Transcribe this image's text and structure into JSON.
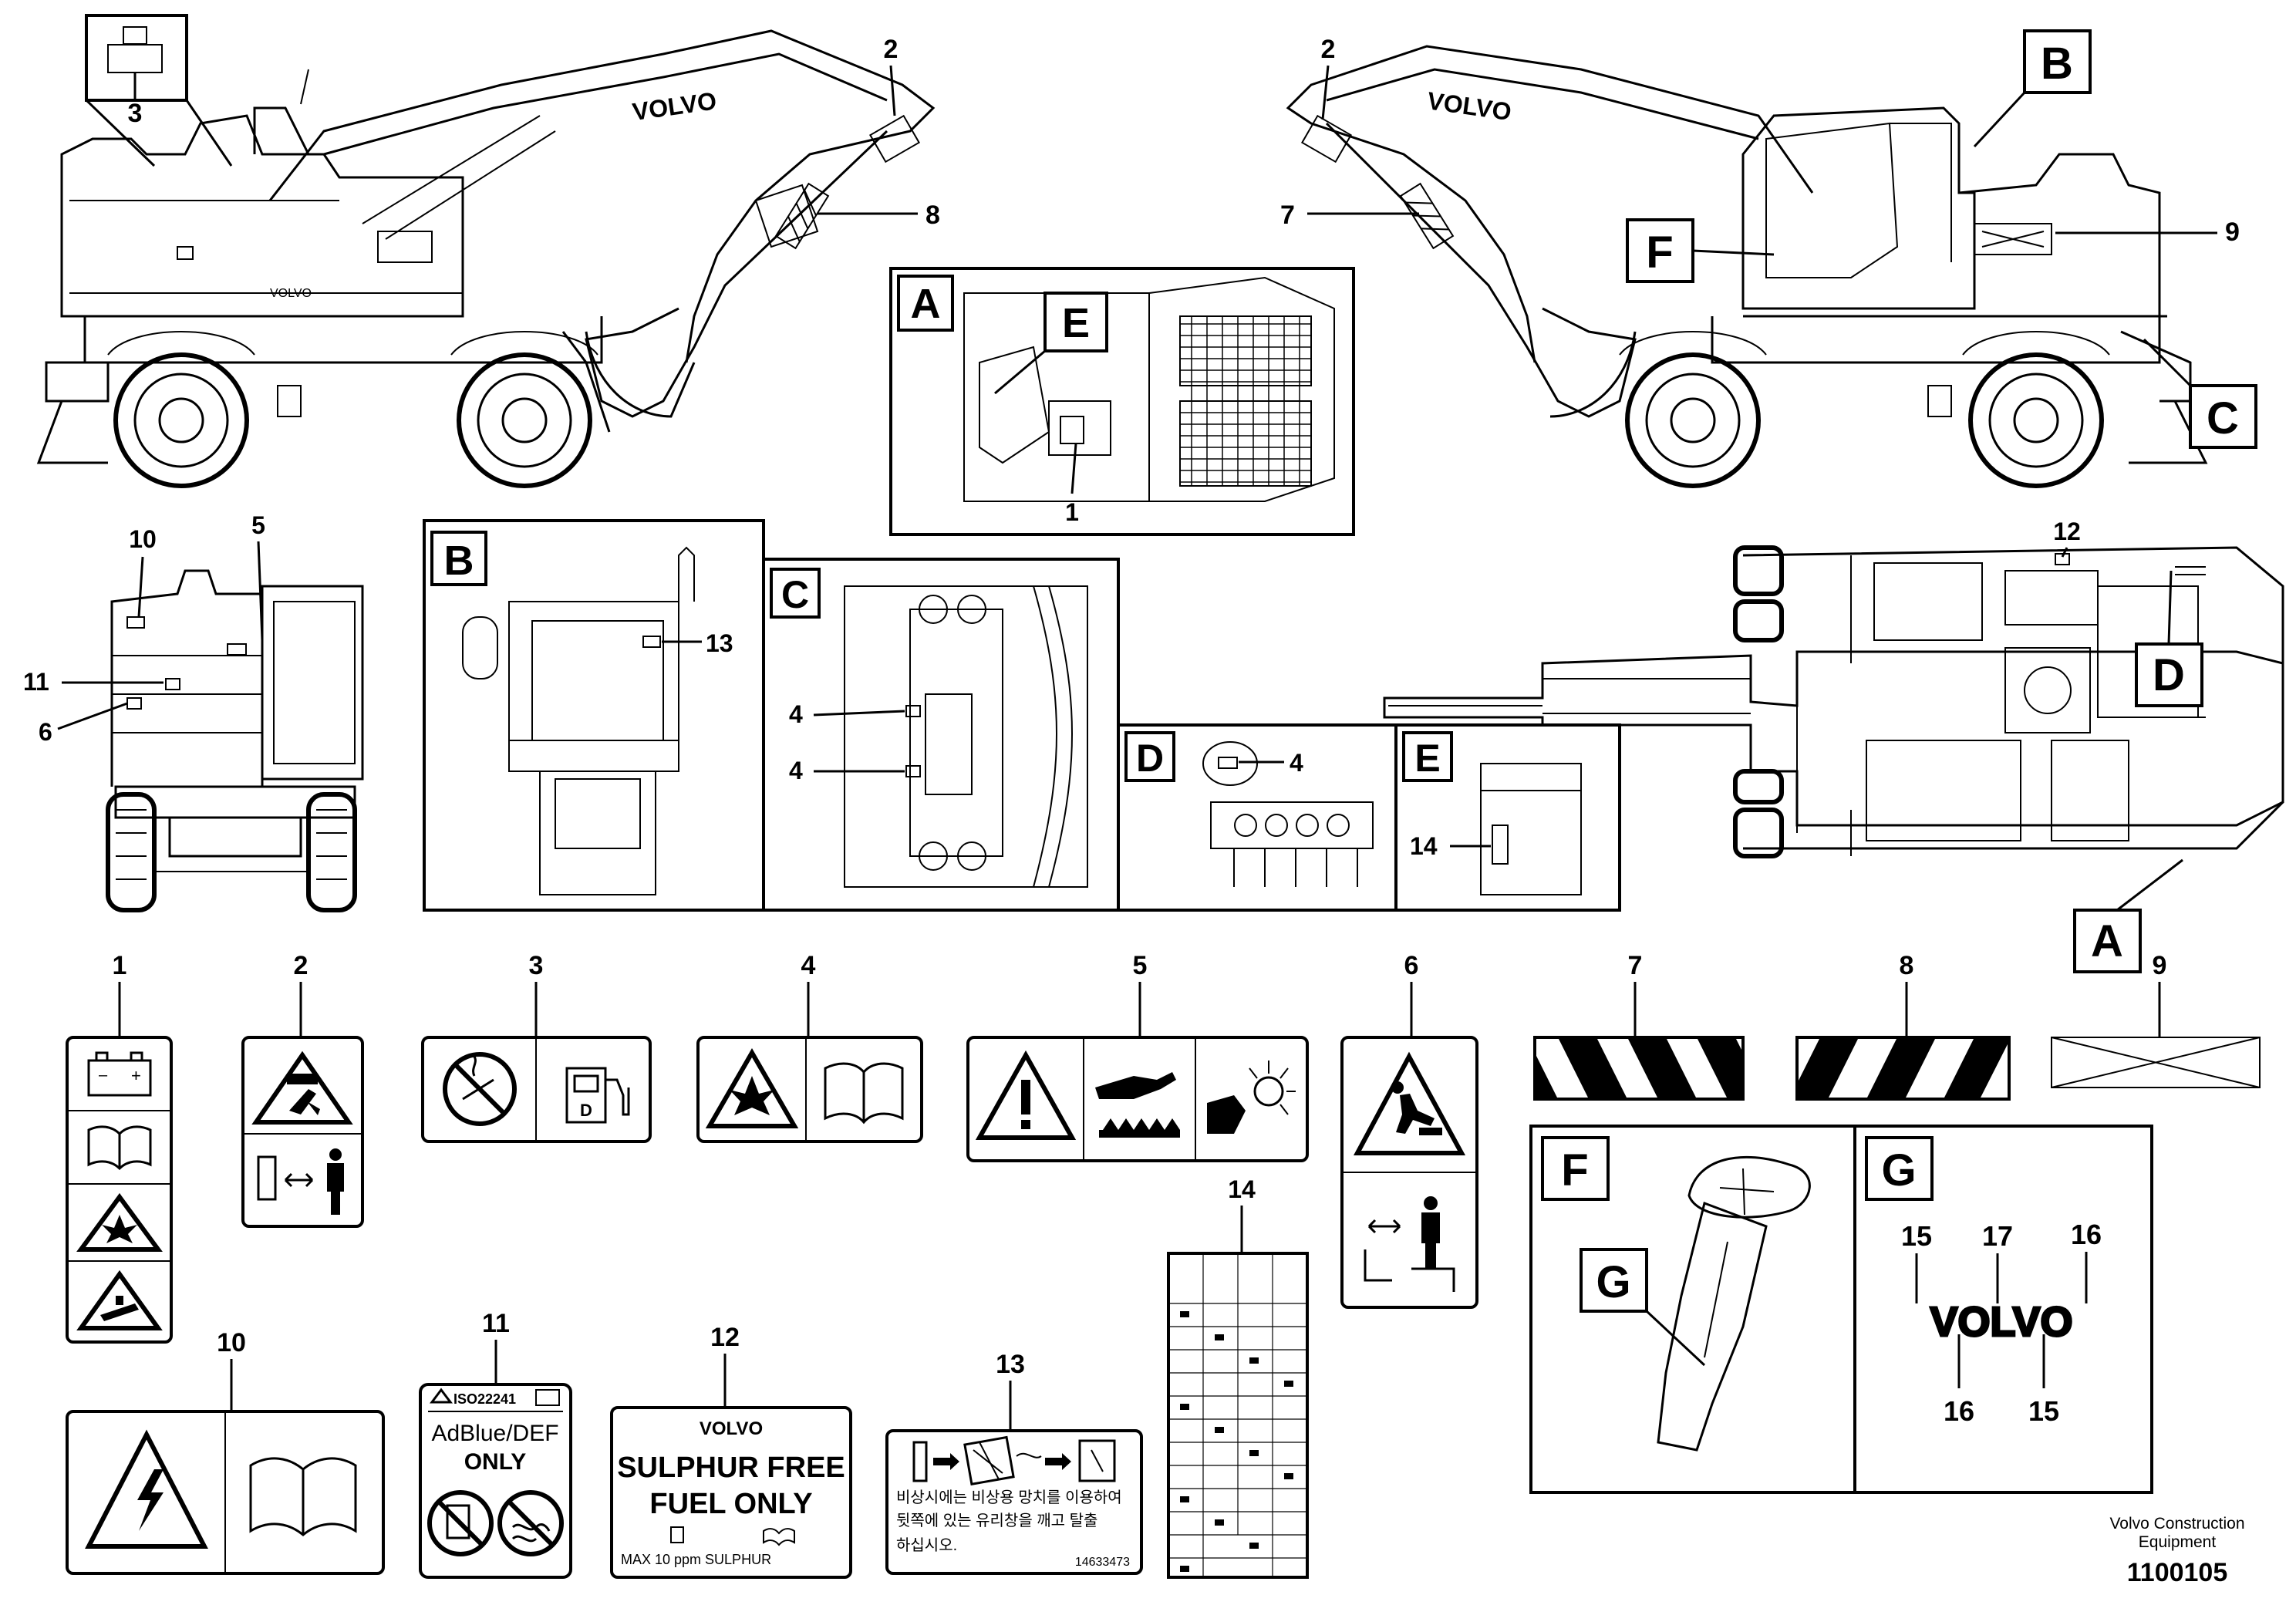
{
  "callouts": {
    "n1": "1",
    "n2": "2",
    "n3": "3",
    "n4": "4",
    "n5": "5",
    "n6": "6",
    "n7": "7",
    "n8": "8",
    "n9": "9",
    "n10": "10",
    "n11": "11",
    "n12": "12",
    "n13": "13",
    "n14": "14",
    "n15": "15",
    "n16": "16",
    "n17": "17"
  },
  "views": {
    "a": "A",
    "b": "B",
    "c": "C",
    "d": "D",
    "e": "E",
    "f": "F",
    "g": "G"
  },
  "brand": {
    "machine_logo": "VOLVO",
    "emblem": "VOLVO"
  },
  "decal_11": {
    "standard": "ISO22241",
    "line1": "AdBlue/DEF",
    "line2": "ONLY"
  },
  "decal_12": {
    "brand": "VOLVO",
    "line1": "SULPHUR FREE",
    "line2": "FUEL ONLY",
    "footnote": "MAX 10 ppm SULPHUR"
  },
  "decal_13": {
    "korean_line1": "비상시에는 비상용 망치를 이용하여",
    "korean_line2": "뒷쪽에 있는 유리창을 깨고 탈출",
    "korean_line3": "하십시오.",
    "part_no": "14633473"
  },
  "footer": {
    "company_line1": "Volvo Construction",
    "company_line2": "Equipment",
    "drawing_no": "1100105"
  },
  "icons": [
    "battery-icon",
    "manual-book-icon",
    "explosion-warning-icon",
    "crush-warning-icon",
    "no-smoking-icon",
    "fuel-pump-icon",
    "general-warning-icon",
    "hot-surface-icon",
    "entanglement-icon",
    "fall-hazard-icon",
    "keep-distance-icon",
    "electric-shock-icon",
    "no-diesel-icon",
    "no-water-icon",
    "hammer-window-icon"
  ]
}
